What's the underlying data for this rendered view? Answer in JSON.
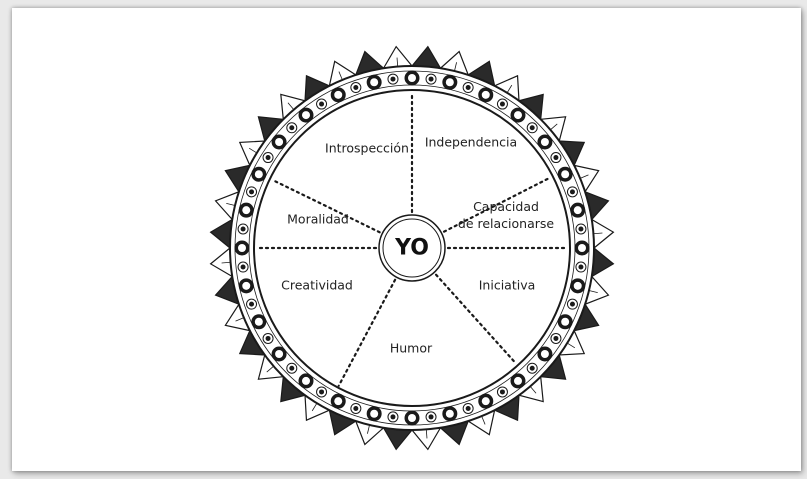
{
  "diagram": {
    "center_label": "YO",
    "segments": [
      {
        "id": "introspeccion",
        "label": "Introspección"
      },
      {
        "id": "independencia",
        "label": "Independencia"
      },
      {
        "id": "capacidad",
        "label": "Capacidad\nde relacionarse"
      },
      {
        "id": "moralidad",
        "label": "Moralidad"
      },
      {
        "id": "iniciativa",
        "label": "Iniciativa"
      },
      {
        "id": "creatividad",
        "label": "Creatividad"
      },
      {
        "id": "humor",
        "label": "Humor"
      }
    ],
    "colors": {
      "ink": "#1a1a1a",
      "background": "#ffffff",
      "page": "#e9e9e9"
    }
  }
}
